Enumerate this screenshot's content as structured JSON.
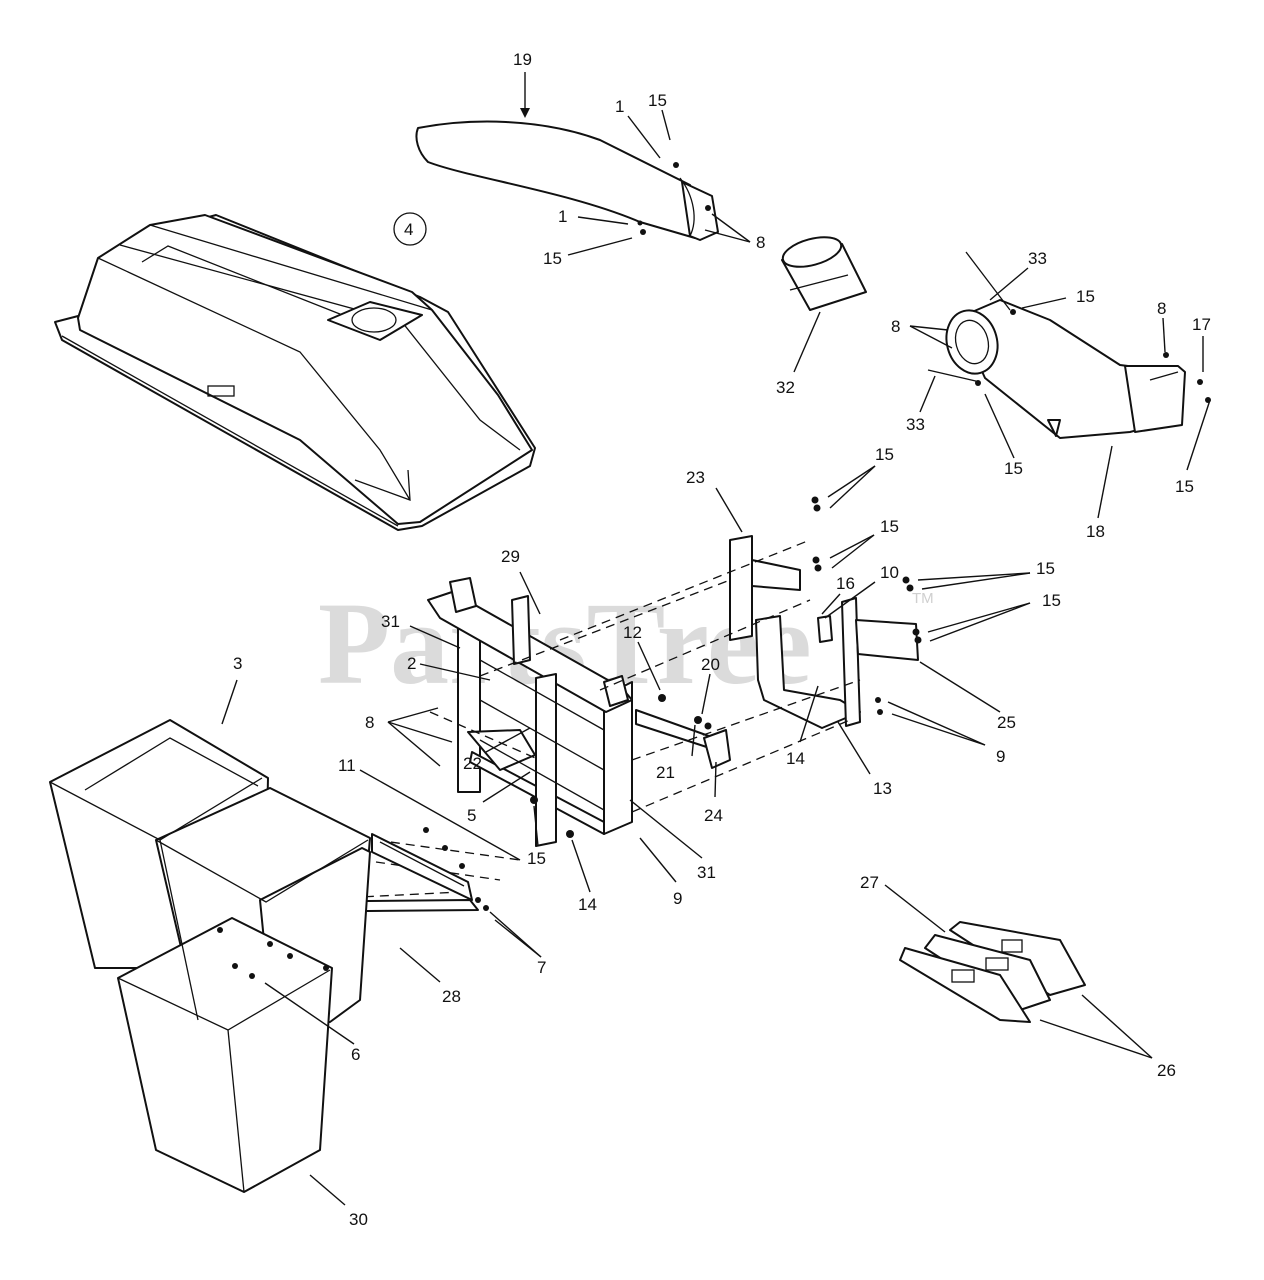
{
  "watermark": {
    "text": "PartsTree",
    "trademark": "TM"
  },
  "callouts": {
    "c19": "19",
    "c1a": "1",
    "c15a": "15",
    "c1b": "1",
    "c15b": "15",
    "c8a": "8",
    "c4": "4",
    "c32": "32",
    "c33a": "33",
    "c15c": "15",
    "c8b": "8",
    "c8c": "8",
    "c17": "17",
    "c33b": "33",
    "c15d": "15",
    "c15e": "15",
    "c18": "18",
    "c23": "23",
    "c15f": "15",
    "c15g": "15",
    "c16": "16",
    "c10": "10",
    "c15h": "15",
    "c15i": "15",
    "c29": "29",
    "c31a": "31",
    "c12": "12",
    "c2": "2",
    "c20": "20",
    "c25": "25",
    "c3": "3",
    "c8d": "8",
    "c14a": "14",
    "c9a": "9",
    "c22": "22",
    "c21": "21",
    "c13": "13",
    "c5": "5",
    "c24": "24",
    "c11": "11",
    "c15j": "15",
    "c31b": "31",
    "c14b": "14",
    "c9b": "9",
    "c7": "7",
    "c27": "27",
    "c28": "28",
    "c6": "6",
    "c26": "26",
    "c30": "30"
  }
}
